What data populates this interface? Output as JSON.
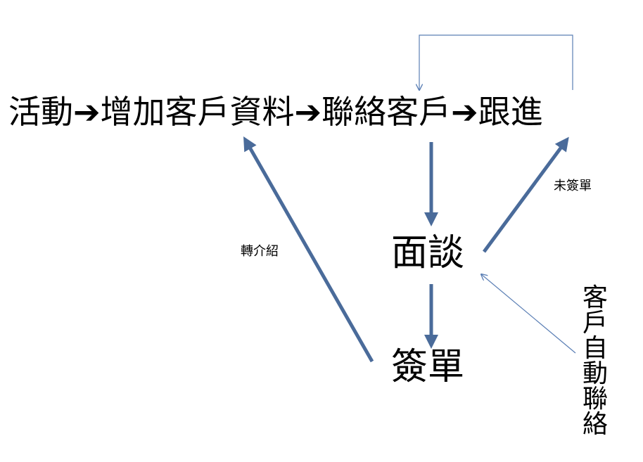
{
  "colors": {
    "thick_arrow": "#4a6b9a",
    "thin_arrow": "#5b7fb5",
    "text": "#000000"
  },
  "flow": {
    "steps": [
      "活動",
      "增加客戶資料",
      "聯絡客戶",
      "跟進"
    ],
    "separator": "➔"
  },
  "nodes": {
    "interview": "面談",
    "signing": "簽單"
  },
  "labels": {
    "not_signed": "未簽單",
    "referral": "轉介紹",
    "client_contact": "客戶自動聯絡"
  }
}
